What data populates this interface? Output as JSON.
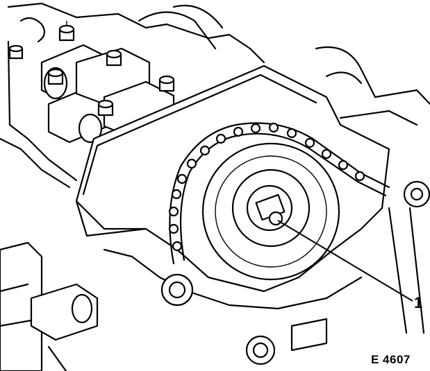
{
  "callouts": [
    {
      "id": "1",
      "text": "1"
    }
  ],
  "figure_id": "E 4607"
}
